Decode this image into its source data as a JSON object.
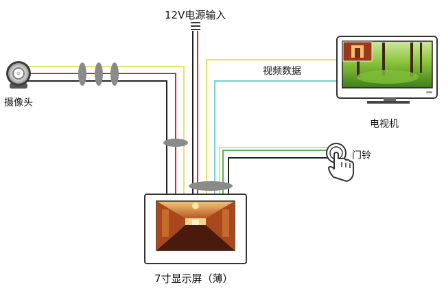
{
  "labels": {
    "power": "12V电源输入",
    "camera": "摄像头",
    "video": "视频数据",
    "tv": "电视机",
    "doorbell": "门铃",
    "display": "7寸显示屏（薄）"
  },
  "colors": {
    "wire_black": "#222222",
    "wire_red": "#d9262b",
    "wire_yellow": "#e8e06a",
    "wire_green": "#4db84d",
    "wire_cyan": "#6fd3d0",
    "cable_band": "#8a8a8a",
    "screen_wood": "#8a3a1a",
    "tv_grass": "#5aa82a"
  },
  "icons": {
    "camera": "webcam-icon",
    "doorbell": "press-button-icon",
    "tv": "television-icon",
    "display": "monitor-icon",
    "power": "power-plug-icon"
  }
}
